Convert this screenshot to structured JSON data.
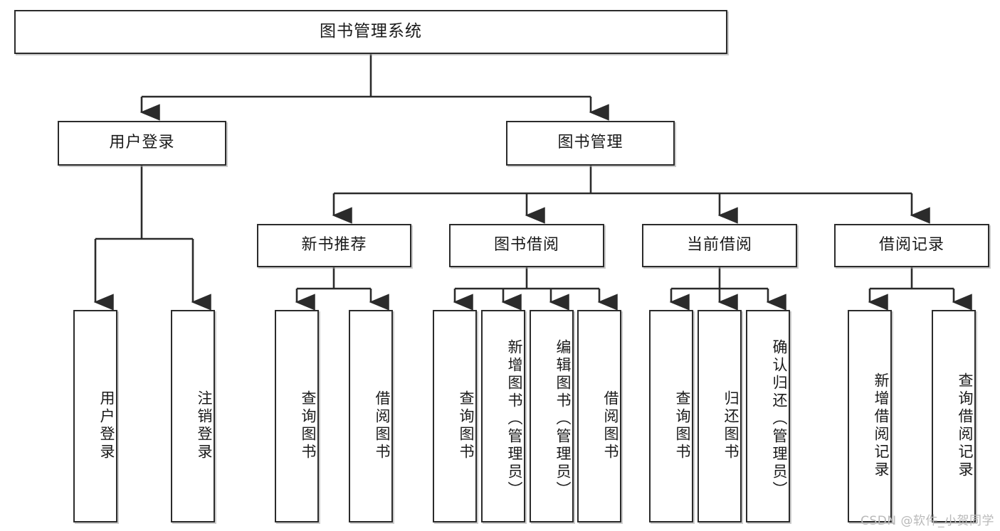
{
  "diagram": {
    "type": "tree-hierarchy-diagram",
    "title": "图书管理系统",
    "watermark": "CSDN @软件_小贺同学",
    "colors": {
      "box_border": "#2b2b2b",
      "box_fill": "#ffffff",
      "connector": "#2b2b2b",
      "text": "#1a1a1a",
      "watermark": "#b9b9b9",
      "background": "#ffffff"
    },
    "root": {
      "label": "图书管理系统"
    },
    "level2": [
      {
        "label": "用户登录"
      },
      {
        "label": "图书管理"
      }
    ],
    "level3": [
      {
        "label": "新书推荐"
      },
      {
        "label": "图书借阅"
      },
      {
        "label": "当前借阅"
      },
      {
        "label": "借阅记录"
      }
    ],
    "leaves": {
      "user_login": [
        {
          "label": "用户登录"
        },
        {
          "label": "注销登录"
        }
      ],
      "new_book_rec": [
        {
          "label": "查询图书"
        },
        {
          "label": "借阅图书"
        }
      ],
      "book_borrow": [
        {
          "label": "查询图书"
        },
        {
          "label": "新增图书（管理员）"
        },
        {
          "label": "编辑图书（管理员）"
        },
        {
          "label": "借阅图书"
        }
      ],
      "current_borrow": [
        {
          "label": "查询图书"
        },
        {
          "label": "归还图书"
        },
        {
          "label": "确认归还（管理员）"
        }
      ],
      "borrow_record": [
        {
          "label": "新增借阅记录"
        },
        {
          "label": "查询借阅记录"
        }
      ]
    }
  }
}
